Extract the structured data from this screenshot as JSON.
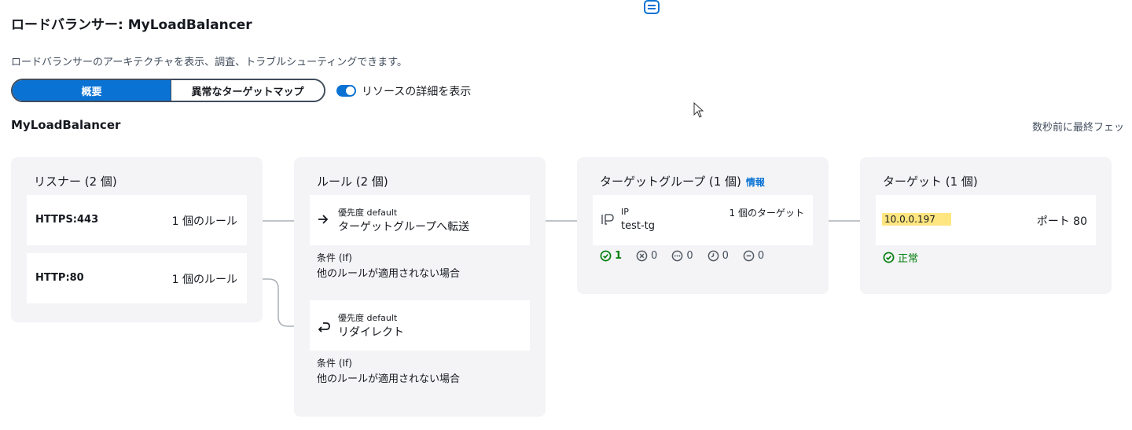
{
  "page": {
    "title": "ロードバランサー: MyLoadBalancer",
    "description": "ロードバランサーのアーキテクチャを表示、調査、トラブルシューティングできます。"
  },
  "tabs": {
    "overview": "概要",
    "anomaly_map": "異常なターゲットマップ"
  },
  "toggle": {
    "label": "リソースの詳細を表示",
    "enabled": true
  },
  "lb_name": "MyLoadBalancer",
  "refresh_text": "数秒前に最終フェッ",
  "listeners": {
    "title": "リスナー (2 個)",
    "items": [
      {
        "name": "HTTPS:443",
        "rules": "1 個のルール"
      },
      {
        "name": "HTTP:80",
        "rules": "1 個のルール"
      }
    ]
  },
  "rules": {
    "title": "ルール (2 個)",
    "items": [
      {
        "priority": "優先度 default",
        "action": "ターゲットグループへ転送",
        "cond_label": "条件 (If)",
        "cond_text": "他のルールが適用されない場合"
      },
      {
        "priority": "優先度 default",
        "action": "リダイレクト",
        "cond_label": "条件 (If)",
        "cond_text": "他のルールが適用されない場合"
      }
    ]
  },
  "target_groups": {
    "title": "ターゲットグループ (1 個)",
    "info_link": "情報",
    "item": {
      "type": "IP",
      "name": "test-tg",
      "targets": "1 個のターゲット"
    },
    "status": {
      "healthy": "1",
      "unhealthy": "0",
      "unused": "0",
      "initial": "0",
      "draining": "0"
    }
  },
  "targets": {
    "title": "ターゲット (1 個)",
    "item": {
      "ip": "10.0.0.197",
      "port": "ポート 80",
      "health": "正常"
    }
  },
  "colors": {
    "accent": "#0972d3",
    "healthy": "#037f0c",
    "highlight": "#ffe680",
    "panel": "#f4f4f7"
  }
}
